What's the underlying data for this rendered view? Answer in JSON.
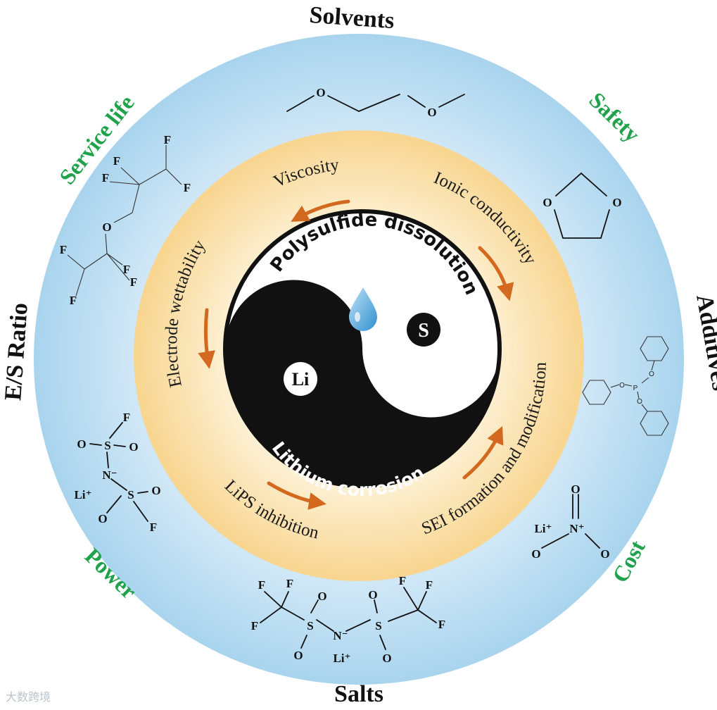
{
  "colors": {
    "outer_ring_edge": "#a9d4ee",
    "outer_ring_center": "#e2f1fa",
    "inner_ring_edge": "#f8d58f",
    "inner_ring_center": "#fdf1d6",
    "param_green": "#1fa24a",
    "category_black": "#111111",
    "arrow_orange": "#d2691e",
    "droplet_blue": "#4ea6dc"
  },
  "categories": {
    "top": "Solvents",
    "right": "Additives",
    "bottom": "Salts",
    "left": "E/S Ratio"
  },
  "parameters": {
    "service_life": "Service life",
    "safety": "Safety",
    "cost": "Cost",
    "power": "Power"
  },
  "properties": {
    "viscosity": "Viscosity",
    "ionic_conductivity": "Ionic conductivity",
    "sei": "SEI formation and modification",
    "lips": "LiPS inhibition",
    "wettability": "Electrode wettability"
  },
  "center": {
    "top_text": "Polysulfide dissolution",
    "bottom_text": "Lithium corrosion",
    "anode": "Li",
    "cathode": "S"
  },
  "atoms": {
    "O": "O",
    "F": "F",
    "S": "S",
    "N": "N",
    "P": "P",
    "li_plus": "Li⁺",
    "n_minus": "N⁻",
    "n_plus": "N⁺"
  },
  "icons": {
    "droplet": "droplet-icon",
    "arrow": "curved-arrow-icon"
  },
  "watermark": "大数跨境"
}
